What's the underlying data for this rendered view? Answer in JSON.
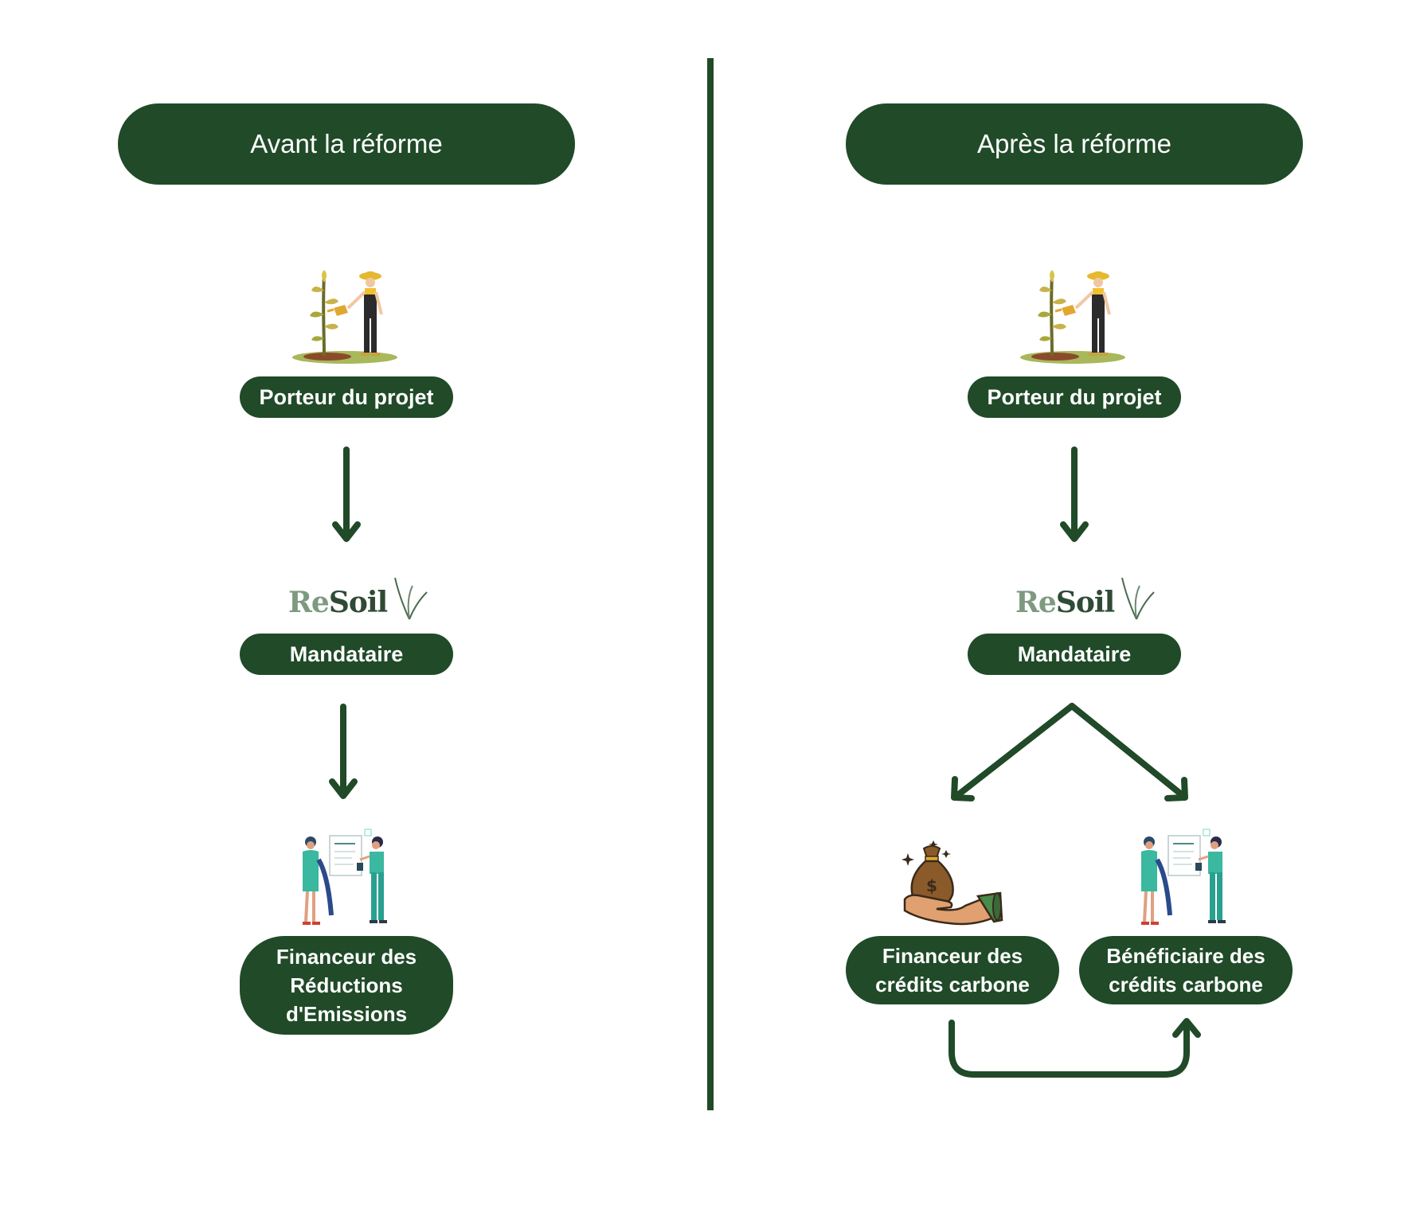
{
  "colors": {
    "primary": "#204a28",
    "text_on_primary": "#ffffff",
    "logo_light": "#7d9a80",
    "logo_dark": "#2f4b36"
  },
  "left": {
    "header": "Avant la réforme",
    "porteur": "Porteur du projet",
    "logo": {
      "re": "Re",
      "soil": "Soil",
      "icon": "grass-sprout-icon"
    },
    "mandataire": "Mandataire",
    "financeur_lines": [
      "Financeur des",
      "Réductions",
      "d'Emissions"
    ],
    "illustrations": [
      "farmer-watering-plant-illustration",
      "two-women-document-illustration"
    ]
  },
  "right": {
    "header": "Après la réforme",
    "porteur": "Porteur du projet",
    "logo": {
      "re": "Re",
      "soil": "Soil",
      "icon": "grass-sprout-icon"
    },
    "mandataire": "Mandataire",
    "financeur_lines": [
      "Financeur des",
      "crédits carbone"
    ],
    "beneficiaire_lines": [
      "Bénéficiaire des",
      "crédits carbone"
    ],
    "illustrations": [
      "farmer-watering-plant-illustration",
      "money-bag-hand-illustration",
      "two-women-document-illustration"
    ]
  }
}
